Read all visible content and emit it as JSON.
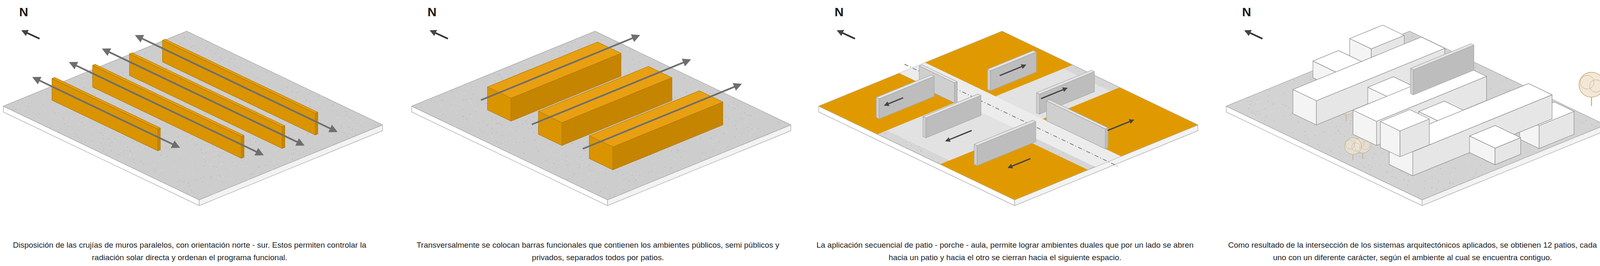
{
  "diagram": {
    "labels": [
      "N",
      "Disposición de las crujías de muros paralelos, con orientación norte - sur. Estos permiten controlar la radiación solar directa y ordenan el programa funcional.",
      "N",
      "Transversalmente se colocan barras funcionales que contienen los ambientes públicos, semi públicos y privados, separados todos por patios.",
      "N",
      "La aplicación secuencial de patio - porche - aula, permite lograr ambientes duales que por un lado se abren hacia un patio y hacia el otro se cierran hacia el siguiente espacio.",
      "N",
      "Como resultado de la intersección de los sistemas arquitectónicos aplicados, se obtienen 12 patios, cada uno con un diferente carácter, según el ambiente al cual se encuentra contiguo."
    ]
  }
}
